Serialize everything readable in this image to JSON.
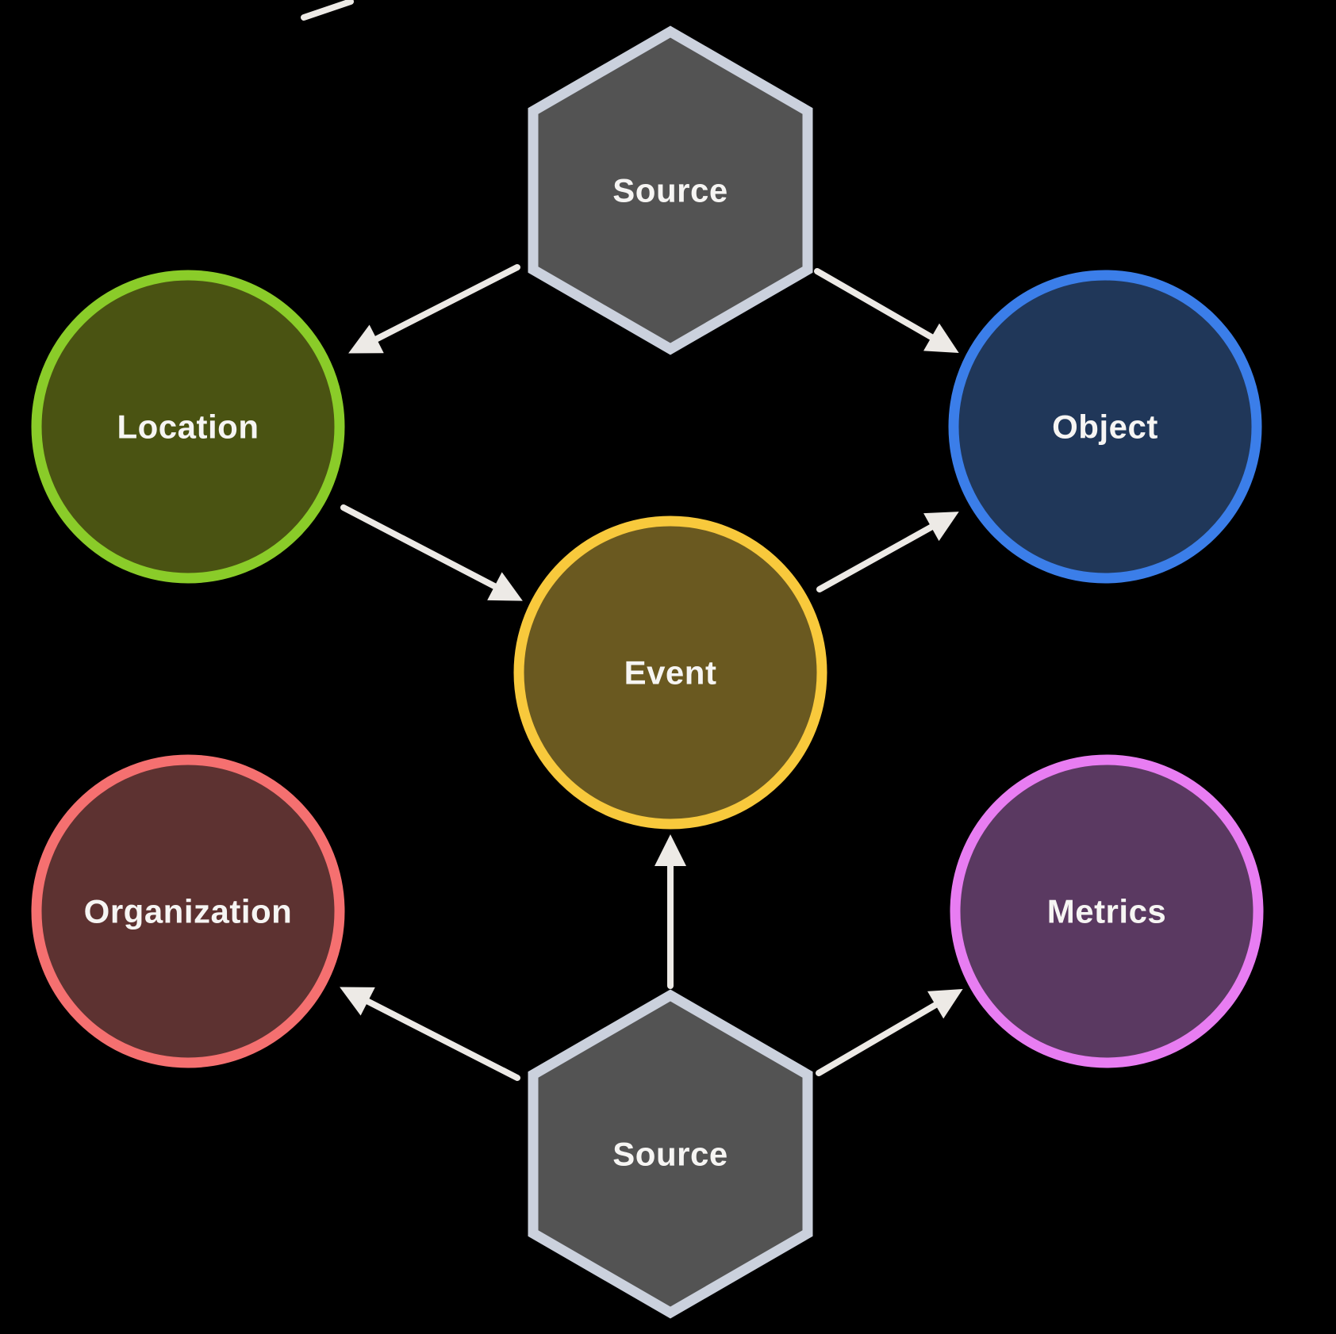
{
  "diagram": {
    "background_color": "#000000",
    "label_color": "#f6f5f3",
    "connector": {
      "color": "#edeae6"
    },
    "nodes": {
      "source_top": {
        "label": "Source",
        "shape": "hexagon",
        "fill": "#535353",
        "border": "#cbd1dd"
      },
      "location": {
        "label": "Location",
        "shape": "circle",
        "fill": "#4a5312",
        "border": "#8acc29"
      },
      "object": {
        "label": "Object",
        "shape": "circle",
        "fill": "#203759",
        "border": "#3b7ee9"
      },
      "event": {
        "label": "Event",
        "shape": "circle",
        "fill": "#6a5920",
        "border": "#f8c93c"
      },
      "organization": {
        "label": "Organization",
        "shape": "circle",
        "fill": "#5d3231",
        "border": "#f57070"
      },
      "metrics": {
        "label": "Metrics",
        "shape": "circle",
        "fill": "#5a3961",
        "border": "#e87df2"
      },
      "source_bottom": {
        "label": "Source",
        "shape": "hexagon",
        "fill": "#535353",
        "border": "#cbd1dd"
      }
    },
    "edges": [
      {
        "from": "source_top",
        "to": "location"
      },
      {
        "from": "source_top",
        "to": "object"
      },
      {
        "from": "location",
        "to": "event"
      },
      {
        "from": "event",
        "to": "object"
      },
      {
        "from": "source_bottom",
        "to": "event"
      },
      {
        "from": "source_bottom",
        "to": "organization"
      },
      {
        "from": "source_bottom",
        "to": "metrics"
      }
    ]
  }
}
